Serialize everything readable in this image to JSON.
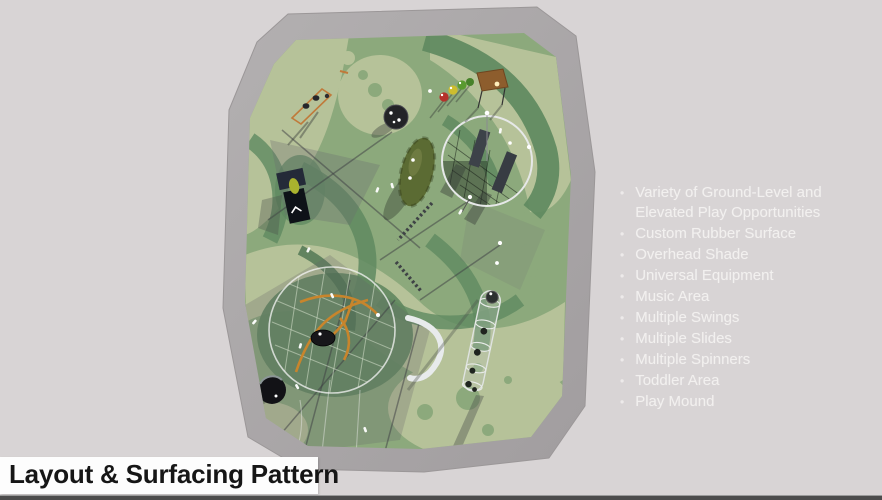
{
  "slide": {
    "title": "Layout & Surfacing Pattern",
    "background_color": "#d8d4d5",
    "title_box_color": "#fdfdfd",
    "title_text_color": "#161616"
  },
  "feature_list": {
    "bullet_char": "•",
    "text_color": "#f2f0ef",
    "items": [
      "Variety of Ground-Level and Elevated Play Opportunities",
      "Custom Rubber Surface",
      "Overhead Shade",
      "Universal Equipment",
      "Music Area",
      "Multiple Swings",
      "Multiple Slides",
      "Multiple Spinners",
      "Toddler Area",
      "Play Mound"
    ]
  },
  "site_plan": {
    "border_gray": "#aba7a8",
    "surface_colors": {
      "light_sage": "#b6c299",
      "medium_green": "#8ca97c",
      "dark_green": "#5f8a60",
      "deep_green": "#4c7350"
    },
    "equipment_colors": {
      "frame_orange": "#c8852c",
      "canopy_brown": "#8d5d2d",
      "mound_olive": "#5b6b33",
      "spinner_black": "#1d1d20",
      "tube_slide_white": "#e8ebec",
      "ball_red": "#b5312a",
      "ball_yellow": "#cdbd2e",
      "ball_green": "#5a9a30"
    }
  }
}
